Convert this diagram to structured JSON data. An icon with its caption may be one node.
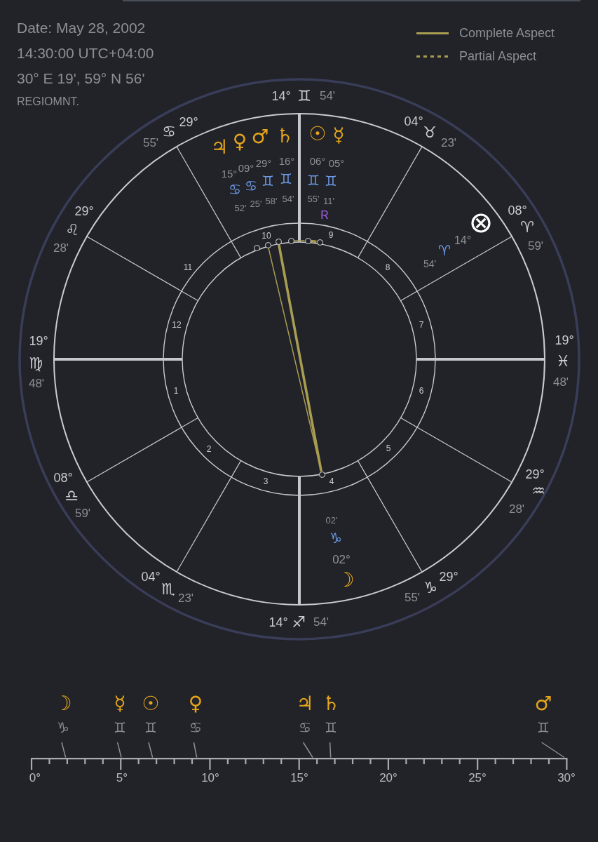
{
  "diagram": {
    "nodes": [
      {
        "text": [],
        "shape": "circle"
      },
      {
        "text": [],
        "shape": "circle"
      },
      {
        "text": [],
        "shape": "circle"
      },
      {
        "text": [],
        "shape": "circle"
      },
      {
        "text": [],
        "shape": "circle"
      },
      {
        "text": [],
        "shape": "circle"
      },
      {
        "text": [],
        "shape": "circle"
      },
      {
        "text": [
          "☽",
          "♑"
        ]
      },
      {
        "text": [
          "☿",
          "♊"
        ]
      },
      {
        "text": [
          "☉",
          "♊"
        ]
      },
      {
        "text": [
          "♀",
          "♋"
        ]
      },
      {
        "text": [
          "♃",
          "♋"
        ]
      },
      {
        "text": [
          "♄",
          "♊"
        ]
      },
      {
        "text": [
          "♂",
          "♊"
        ]
      },
      {
        "text": [],
        "shape": "bar",
        "beside": [
          "0°",
          "5°",
          "10°",
          "15°",
          "20°",
          "25°",
          "30°"
        ]
      }
    ],
    "edges": [
      {
        "from": 2,
        "to": 6,
        "arrow": "none",
        "style": "thick",
        "color": "#a99d52"
      },
      {
        "from": 1,
        "to": 6,
        "arrow": "none",
        "color": "#a99d52"
      },
      {
        "from": 3,
        "to": 4,
        "arrow": "none",
        "color": "#a99d52"
      },
      {
        "from": 4,
        "to": 5,
        "arrow": "none",
        "style": "thick",
        "color": "#a99d52"
      },
      {
        "from": 7,
        "to": 14,
        "arrow": "none"
      },
      {
        "from": 8,
        "to": 14,
        "arrow": "none"
      },
      {
        "from": 9,
        "to": 14,
        "arrow": "none"
      },
      {
        "from": 10,
        "to": 14,
        "arrow": "none"
      },
      {
        "from": 11,
        "to": 14,
        "arrow": "none"
      },
      {
        "from": 12,
        "to": 14,
        "arrow": "none"
      },
      {
        "from": 13,
        "to": 14,
        "arrow": "none"
      }
    ],
    "labels": [
      "Date: May 28, 2002",
      "14:30:00 UTC+04:00",
      "30° E 19', 59° N 56'",
      "REGIOMNT.",
      "14°",
      "♊",
      "54'",
      "29°",
      "♋",
      "55'",
      "04°",
      "♉",
      "23'",
      "♃",
      "♀",
      "♂",
      "♄",
      "☉",
      "☿",
      "15°",
      "09°",
      "29°",
      "16°",
      "06°",
      "05°",
      "♋",
      "♋",
      "♊",
      "♊",
      "♊",
      "♊",
      "52'",
      "25'",
      "58'",
      "54'",
      "55'",
      "11'",
      "R",
      "29°",
      "♌",
      "28'",
      "08°",
      "♈",
      "59'",
      "14°",
      "♈",
      "54'",
      "10",
      "9",
      "11",
      "8",
      "12",
      "7",
      "1",
      "6",
      "2",
      "5",
      "3",
      "4",
      "19°",
      "♍",
      "48'",
      "19°",
      "♓",
      "48'",
      "08°",
      "♎",
      "59'",
      "29°",
      "♒",
      "28'",
      "02'",
      "♑",
      "02°",
      "☽",
      "04°",
      "♏",
      "23'",
      "29°",
      "♑",
      "55'",
      "14°",
      "♐",
      "54'"
    ],
    "legend": [
      {
        "text": "Complete Aspect"
      },
      {
        "text": "Partial Aspect"
      }
    ]
  }
}
